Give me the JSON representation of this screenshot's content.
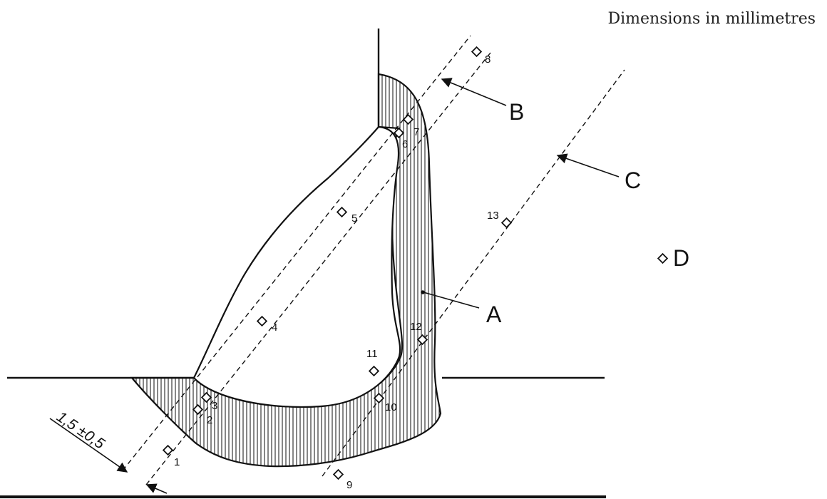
{
  "header": {
    "units_note": "Dimensions in millimetres"
  },
  "labels": {
    "A": "A",
    "B": "B",
    "C": "C",
    "D": "D"
  },
  "dimension": {
    "text": "1,5 ±0,5"
  },
  "points": [
    "1",
    "2",
    "3",
    "4",
    "5",
    "6",
    "7",
    "8",
    "9",
    "10",
    "11",
    "12",
    "13"
  ]
}
